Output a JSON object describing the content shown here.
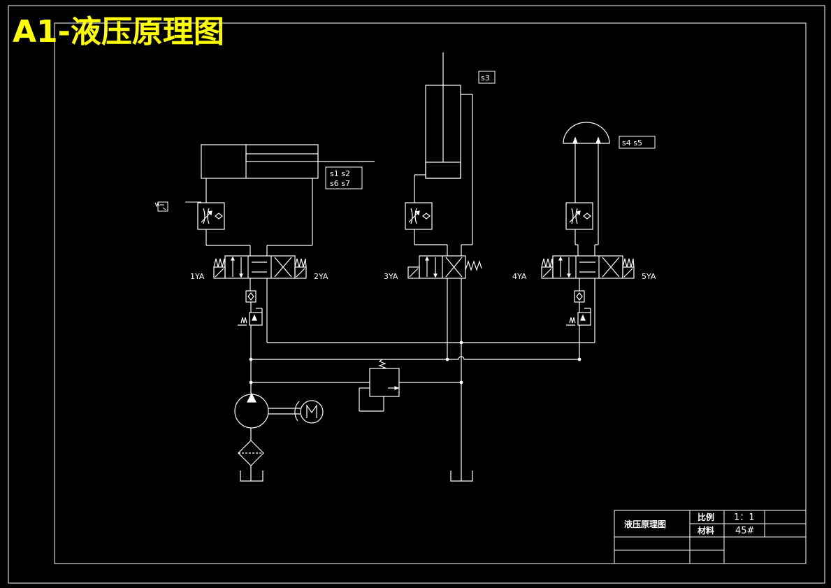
{
  "title": "A1-液压原理图",
  "sensor_labels": {
    "cyl1_line1": "s1 s2",
    "cyl1_line2": "s6 s7",
    "cyl2": "s3",
    "motor3": "s4 s5"
  },
  "solenoids": {
    "v1_left": "1YA",
    "v1_right": "2YA",
    "v2_left": "3YA",
    "v3_left": "4YA",
    "v3_right": "5YA"
  },
  "title_block": {
    "drawing_name": "液压原理图",
    "scale_label": "比例",
    "scale_value": "1：1",
    "material_label": "材料",
    "material_value": "45#"
  },
  "colors": {
    "background": "#000000",
    "lines": "#ffffff",
    "title": "#ffff00"
  }
}
